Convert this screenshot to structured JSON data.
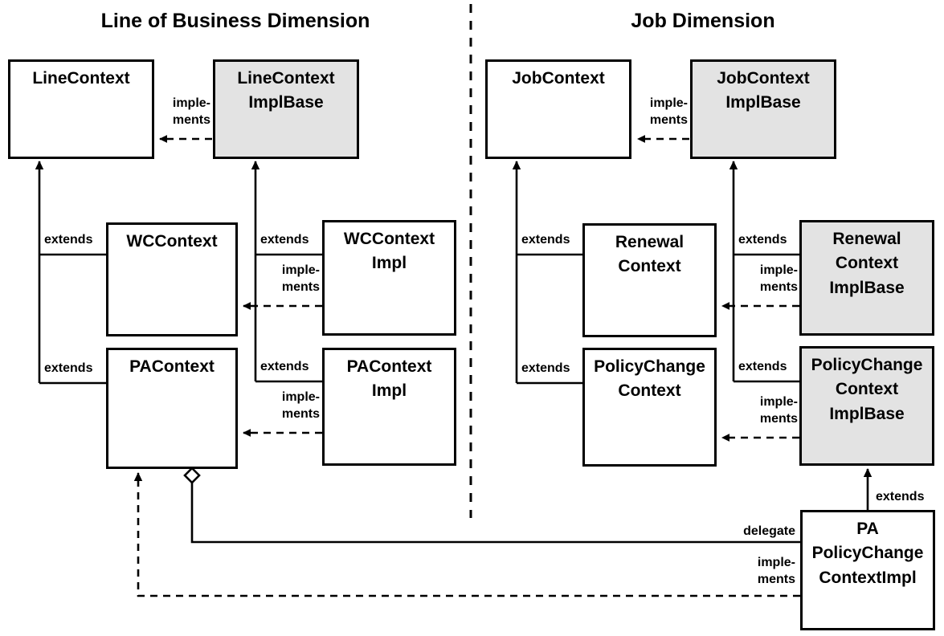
{
  "diagram": {
    "type": "uml-class-diagram",
    "background_color": "#ffffff",
    "line_color": "#000000",
    "shaded_fill": "#e3e3e3",
    "divider": {
      "name": "vertical-dashed-divider",
      "orientation": "vertical",
      "style": "dashed"
    }
  },
  "titles": {
    "left": "Line of Business Dimension",
    "right": "Job Dimension"
  },
  "nodes": {
    "line_context": {
      "label": "LineContext",
      "shaded": false
    },
    "line_context_impl_base": {
      "label": "LineContext\nImplBase",
      "shaded": true
    },
    "wc_context": {
      "label": "WCContext",
      "shaded": false
    },
    "wc_context_impl": {
      "label": "WCContext\nImpl",
      "shaded": false
    },
    "pa_context": {
      "label": "PAContext",
      "shaded": false
    },
    "pa_context_impl": {
      "label": "PAContext\nImpl",
      "shaded": false
    },
    "job_context": {
      "label": "JobContext",
      "shaded": false
    },
    "job_context_impl_base": {
      "label": "JobContext\nImplBase",
      "shaded": true
    },
    "renewal_context": {
      "label": "Renewal\nContext",
      "shaded": false
    },
    "renewal_context_impl_base": {
      "label": "Renewal\nContext\nImplBase",
      "shaded": true
    },
    "policy_change_context": {
      "label": "PolicyChange\nContext",
      "shaded": false
    },
    "policy_change_context_impl_base": {
      "label": "PolicyChange\nContext\nImplBase",
      "shaded": true
    },
    "pa_policy_change_context_impl": {
      "label": "PA\nPolicyChange\nContextImpl",
      "shaded": false
    }
  },
  "edge_labels": {
    "line_implements": "imple-\nments",
    "job_implements": "imple-\nments",
    "wc_extends_line": "extends",
    "pa_extends_line": "extends",
    "wcimpl_extends_lineimplbase": "extends",
    "wcimpl_implements_wc": "imple-\nments",
    "paimpl_extends_lineimplbase": "extends",
    "paimpl_implements_pa": "imple-\nments",
    "renewal_extends_job": "extends",
    "policychange_extends_job": "extends",
    "renewalimpl_extends_jobimplbase": "extends",
    "renewalimpl_implements_renewal": "imple-\nments",
    "policychangeimpl_extends_jobimplbase": "extends",
    "policychangeimpl_implements_policychange": "imple-\nments",
    "pa_pc_extends": "extends",
    "pa_pc_delegate": "delegate",
    "pa_pc_implements": "imple-\nments"
  }
}
